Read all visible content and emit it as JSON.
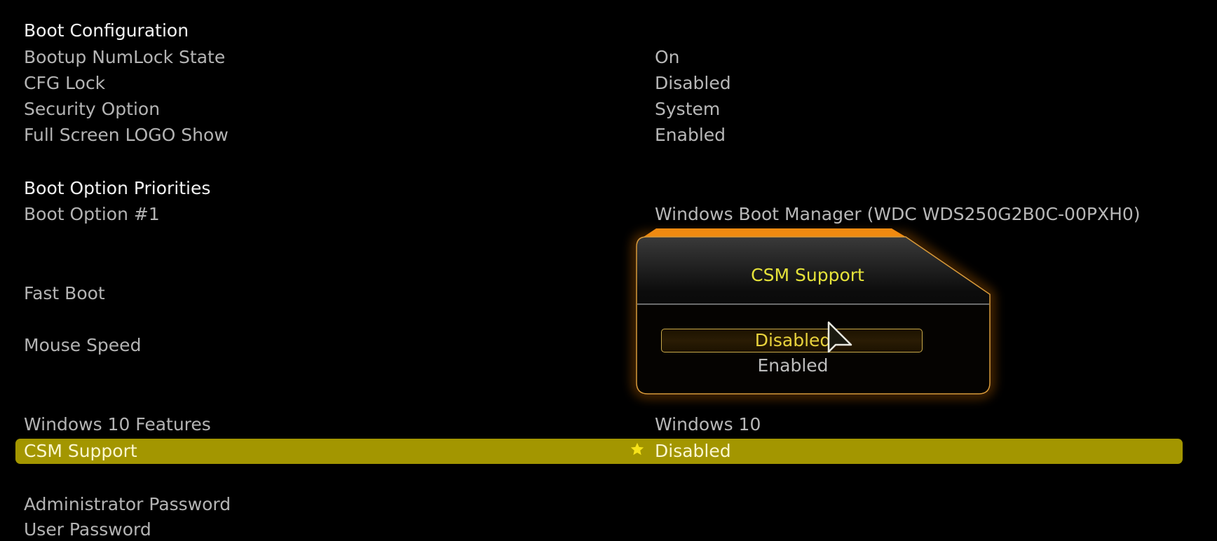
{
  "settings": {
    "boot_configuration": {
      "heading": "Boot Configuration",
      "items": [
        {
          "label": "Bootup NumLock State",
          "value": "On"
        },
        {
          "label": "CFG Lock",
          "value": "Disabled"
        },
        {
          "label": "Security Option",
          "value": "System"
        },
        {
          "label": "Full Screen LOGO Show",
          "value": "Enabled"
        }
      ]
    },
    "boot_option_priorities": {
      "heading": "Boot Option Priorities",
      "items": [
        {
          "label": "Boot Option #1",
          "value": "Windows Boot Manager (WDC WDS250G2B0C-00PXH0)"
        }
      ]
    },
    "fast_boot": {
      "label": "Fast Boot"
    },
    "mouse_speed": {
      "label": "Mouse Speed"
    },
    "windows_features": {
      "label": "Windows 10 Features",
      "value": "Windows 10"
    },
    "csm_support": {
      "label": "CSM Support",
      "value": "Disabled",
      "selected": true
    },
    "administrator_password": {
      "label": "Administrator Password"
    },
    "user_password": {
      "label": "User Password"
    }
  },
  "popup": {
    "title": "CSM Support",
    "options": [
      {
        "label": "Disabled",
        "selected": true
      },
      {
        "label": "Enabled",
        "selected": false
      }
    ]
  },
  "colors": {
    "highlight": "#a39600",
    "popup_accent": "#f08a10",
    "popup_title": "#e6e33a",
    "selected_option": "#e8d23c"
  }
}
